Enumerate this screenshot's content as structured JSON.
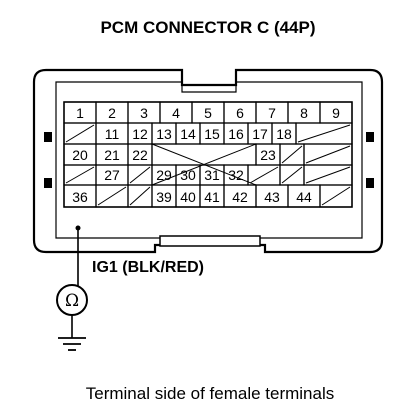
{
  "title": "PCM CONNECTOR C (44P)",
  "connector": {
    "rows": [
      [
        "1",
        "2",
        "3",
        "4",
        "5",
        "6",
        "7",
        "8",
        "9"
      ],
      [
        "",
        "11",
        "12",
        "13",
        "14",
        "15",
        "16",
        "17",
        "18",
        ""
      ],
      [
        "20",
        "21",
        "22",
        "",
        "",
        "",
        "",
        "",
        "23",
        "",
        ""
      ],
      [
        "",
        "27",
        "",
        "29",
        "30",
        "31",
        "32",
        "",
        "",
        ""
      ],
      [
        "36",
        "",
        "",
        "39",
        "40",
        "41",
        "42",
        "43",
        "44"
      ]
    ]
  },
  "probe": {
    "label": "IG1 (BLK/RED)",
    "meter_symbol": "Ω"
  },
  "caption": "Terminal side of female terminals"
}
